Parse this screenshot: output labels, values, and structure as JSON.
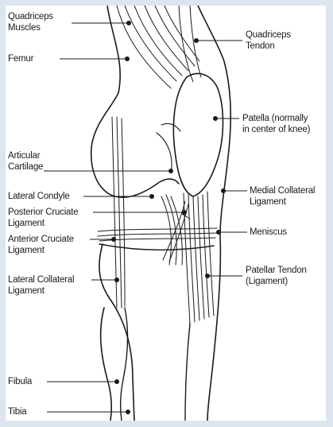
{
  "labels": {
    "quadriceps_muscles": [
      "Quadriceps",
      "Muscles"
    ],
    "femur": [
      "Femur"
    ],
    "articular_cartilage": [
      "Articular",
      "Cartilage"
    ],
    "lateral_condyle": [
      "Lateral Condyle"
    ],
    "posterior_cruciate": [
      "Posterior Cruciate",
      "Ligament"
    ],
    "anterior_cruciate": [
      "Anterior Cruciate",
      "Ligament"
    ],
    "lateral_collateral": [
      "Lateral Collateral",
      "Ligament"
    ],
    "fibula": [
      "Fibula"
    ],
    "tibia": [
      "Tibia"
    ],
    "quadriceps_tendon": [
      "Quadriceps",
      "Tendon"
    ],
    "patella": [
      "Patella (normally",
      "in center of knee)"
    ],
    "medial_collateral": [
      "Medial Collateral",
      "Ligament"
    ],
    "meniscus": [
      "Meniscus"
    ],
    "patellar_tendon": [
      "Patellar Tendon",
      "(Ligament)"
    ]
  },
  "colors": {
    "frame": "#dde5ef",
    "panel": "#ffffff",
    "ink": "#1a1a1a"
  }
}
